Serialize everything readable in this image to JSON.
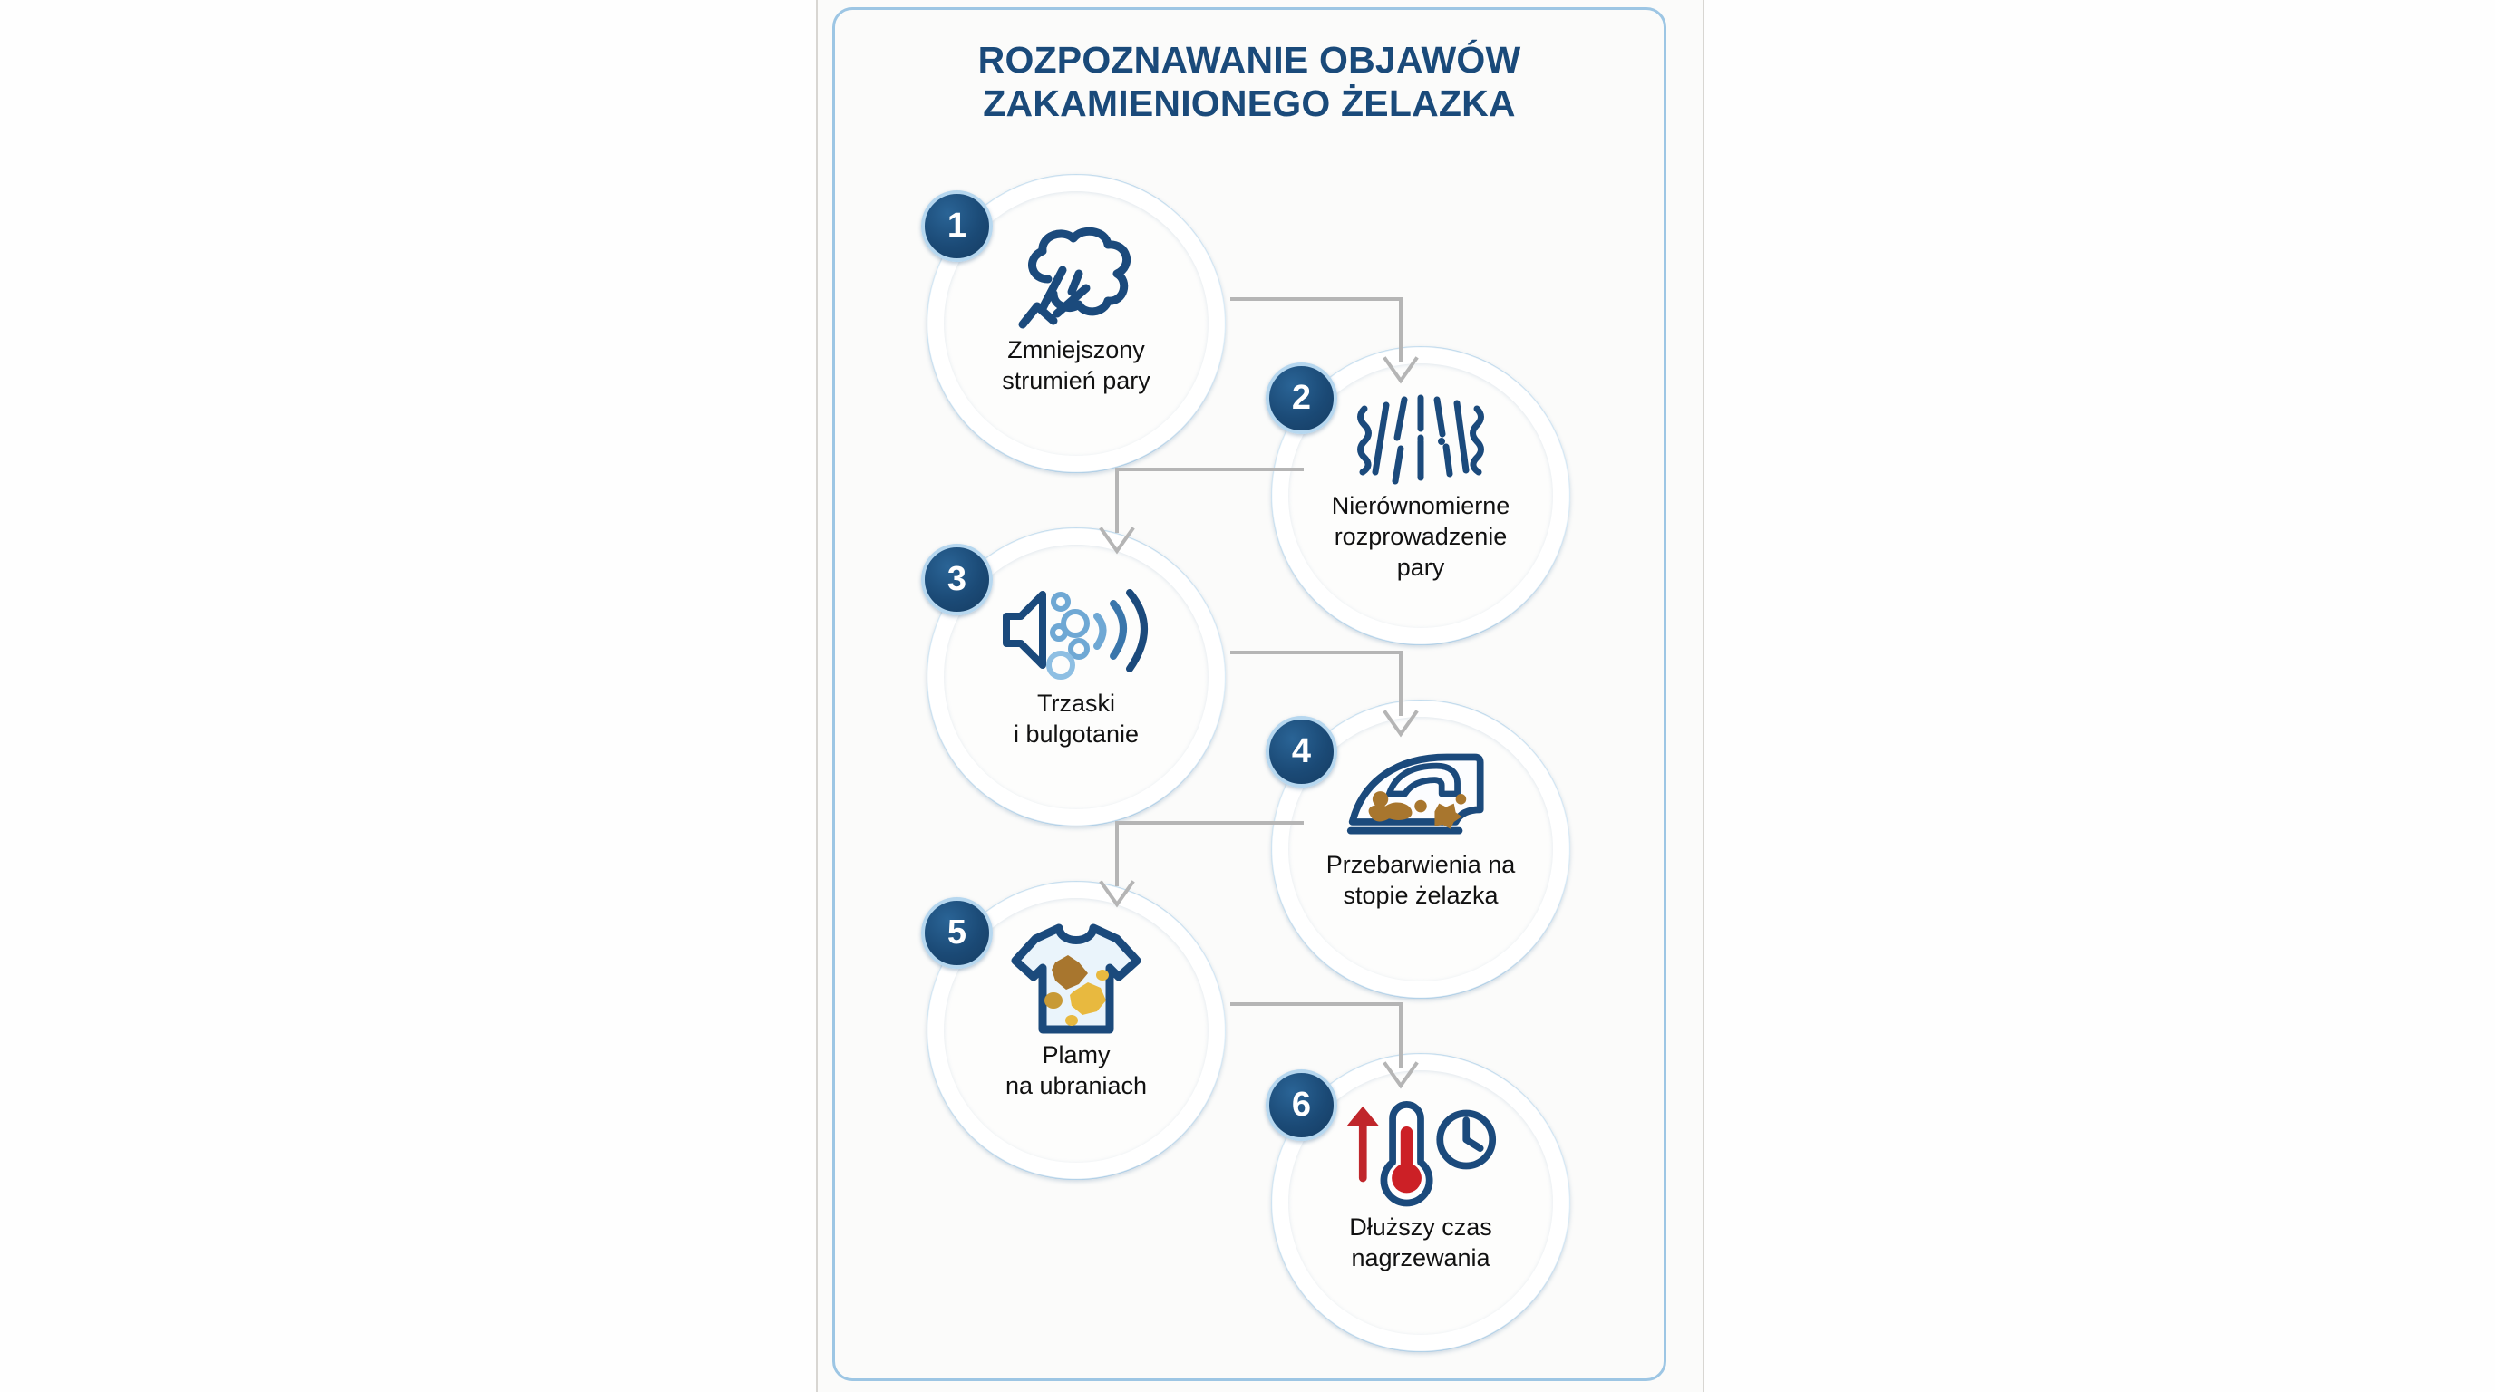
{
  "poster": {
    "title_lines": [
      "ROZPOZNAWANIE OBJAWÓW",
      "ZAKAMIENIONEGO ŻELAZKA"
    ],
    "title_color": "#1a4a7a",
    "accent_ring_color": "#8ebfe3",
    "badge_color": "#1b4a76",
    "connector_color": "#b5b5b5",
    "background_color": "#fbfbfa",
    "frame_color": "#9dc6e4"
  },
  "steps": [
    {
      "number": "1",
      "icon": "steam-cloud-icon",
      "caption_lines": [
        "Zmniejszony",
        "strumień pary"
      ],
      "side": "left"
    },
    {
      "number": "2",
      "icon": "uneven-steam-lines-icon",
      "caption_lines": [
        "Nierównomierne",
        "rozprowadzenie",
        "pary"
      ],
      "side": "right"
    },
    {
      "number": "3",
      "icon": "speaker-bubbles-icon",
      "caption_lines": [
        "Trzaski",
        "i bulgotanie"
      ],
      "side": "left"
    },
    {
      "number": "4",
      "icon": "stained-iron-icon",
      "caption_lines": [
        "Przebarwienia na",
        "stopie żelazka"
      ],
      "side": "right"
    },
    {
      "number": "5",
      "icon": "stained-tshirt-icon",
      "caption_lines": [
        "Plamy",
        "na ubraniach"
      ],
      "side": "left"
    },
    {
      "number": "6",
      "icon": "thermometer-clock-icon",
      "caption_lines": [
        "Dłuższy czas",
        "nagrzewania"
      ],
      "side": "right"
    }
  ],
  "connectors": [
    {
      "from": "1",
      "to": "2",
      "direction": "right-then-down"
    },
    {
      "from": "2",
      "to": "3",
      "direction": "left-then-down"
    },
    {
      "from": "3",
      "to": "4",
      "direction": "right-then-down"
    },
    {
      "from": "4",
      "to": "5",
      "direction": "left-then-down"
    },
    {
      "from": "5",
      "to": "6",
      "direction": "right-then-down"
    }
  ]
}
